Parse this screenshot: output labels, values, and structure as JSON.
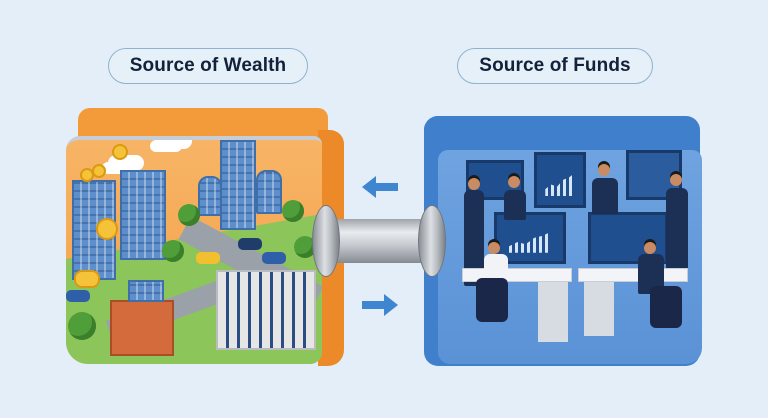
{
  "labels": {
    "wealth": "Source of Wealth",
    "funds": "Source of Funds"
  },
  "illustration": {
    "wealth_folder": {
      "color": "#f39a3a",
      "depicts": "city with office buildings, gold coins, classical building, trees and cars"
    },
    "funds_folder": {
      "color": "#3f7fcc",
      "depicts": "office team with monitors, charts and documents"
    },
    "connector": "metal-pipe",
    "arrows": [
      {
        "direction": "left",
        "color": "#3f86d0"
      },
      {
        "direction": "right",
        "color": "#3f86d0"
      }
    ]
  },
  "colors": {
    "background": "#e3eef8",
    "pill_border": "#8fb3cf",
    "text": "#13213a"
  }
}
